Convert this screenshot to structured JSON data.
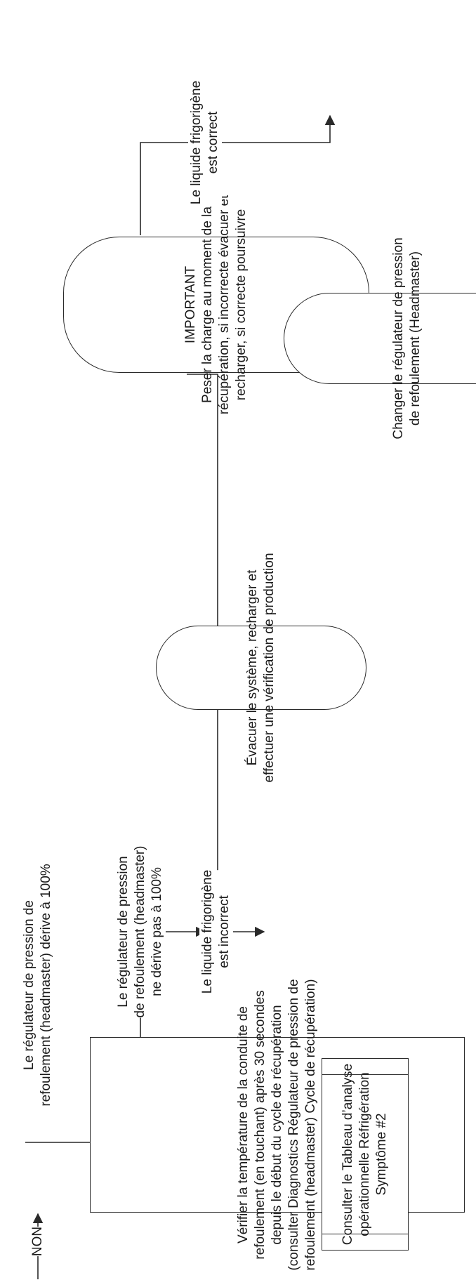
{
  "nodes": {
    "check": {
      "lines": [
        "Vérifier la température de la conduite de",
        "refoulement (en touchant) après 30 secondes",
        "depuis le début du cycle de récupération",
        "(consulter Diagnostics Régulateur de pression de",
        "refoulement (headmaster) Cycle de récupération)"
      ]
    },
    "important": {
      "title": "IMPORTANT",
      "lines": [
        "Peser la charge au moment de la",
        "récupération, si incorrecte évacuer et",
        "recharger, si correcte poursuivre"
      ]
    },
    "change": {
      "lines": [
        "Changer le régulateur de pression",
        "de refoulement (Headmaster)"
      ]
    },
    "evacuate": {
      "lines": [
        "Évacuer le système, recharger et",
        "effectuer une vérification de production"
      ]
    },
    "consult": {
      "lines": [
        "Consulter le Tableau d’analyse",
        "opérationnelle Réfrigération",
        "Symptôme #2"
      ]
    }
  },
  "edges": {
    "non": {
      "label": "NON"
    },
    "not_drift": {
      "lines": [
        "Le régulateur de pression",
        "de refoulement (headmaster)",
        "ne dérive pas à 100%"
      ]
    },
    "drift": {
      "lines": [
        "Le régulateur de pression de",
        "refoulement (headmaster) dérive à 100%"
      ]
    },
    "correct": {
      "lines": [
        "Le liquide frigorigène",
        "est correct"
      ]
    },
    "incorrect": {
      "lines": [
        "Le liquide frigorigène",
        "est incorrect"
      ]
    }
  },
  "colors": {
    "line": "#2a2a2a",
    "drift_line": "#b5b5b5"
  }
}
